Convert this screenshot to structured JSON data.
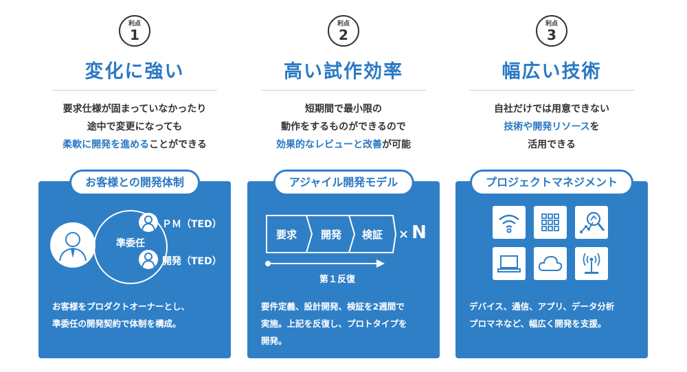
{
  "columns": [
    {
      "badge_label": "利点",
      "badge_num": "1",
      "title": "変化に強い",
      "desc_lines": [
        "要求仕様が固まっていなかったり",
        "途中で変更になっても"
      ],
      "desc_highlight": "柔軟に開発を進める",
      "desc_tail": "ことができる",
      "pill": "お客様との開発体制",
      "center_label": "準委任",
      "role1": "ＰＭ（TED）",
      "role2": "開発（TED）",
      "panel_text_1": "お客様をプロダクトオーナーとし、",
      "panel_text_2": "準委任の開発契約で体制を構成。"
    },
    {
      "badge_label": "利点",
      "badge_num": "2",
      "title": "高い試作効率",
      "desc_lines": [
        "短期間で最小限の",
        "動作をするものができるので"
      ],
      "desc_highlight": "効果的なレビューと改善",
      "desc_tail": "が可能",
      "pill": "アジャイル開発モデル",
      "steps": [
        "要求",
        "開発",
        "検証"
      ],
      "times": "×",
      "n": "N",
      "step_caption": "第１反復",
      "panel_text_1": "要件定義、設計開発、検証を2週間で",
      "panel_text_2": "実施。上記を反復し、プロトタイプを",
      "panel_text_3": "開発。"
    },
    {
      "badge_label": "利点",
      "badge_num": "3",
      "title": "幅広い技術",
      "desc_line1": "自社だけでは用意できない",
      "desc_highlight": "技術や開発リソース",
      "desc_tail": "を",
      "desc_line3": "活用できる",
      "pill": "プロジェクトマネジメント",
      "icons": [
        "wifi-icon",
        "grid-icon",
        "analysis-icon",
        "laptop-icon",
        "cloud-icon",
        "antenna-icon"
      ],
      "panel_text_1": "デバイス、通信、アプリ、データ分析",
      "panel_text_2": "プロマネなど、幅広く開発を支援。"
    }
  ],
  "colors": {
    "accent": "#2a78c4",
    "panel": "#2f7fc7"
  }
}
